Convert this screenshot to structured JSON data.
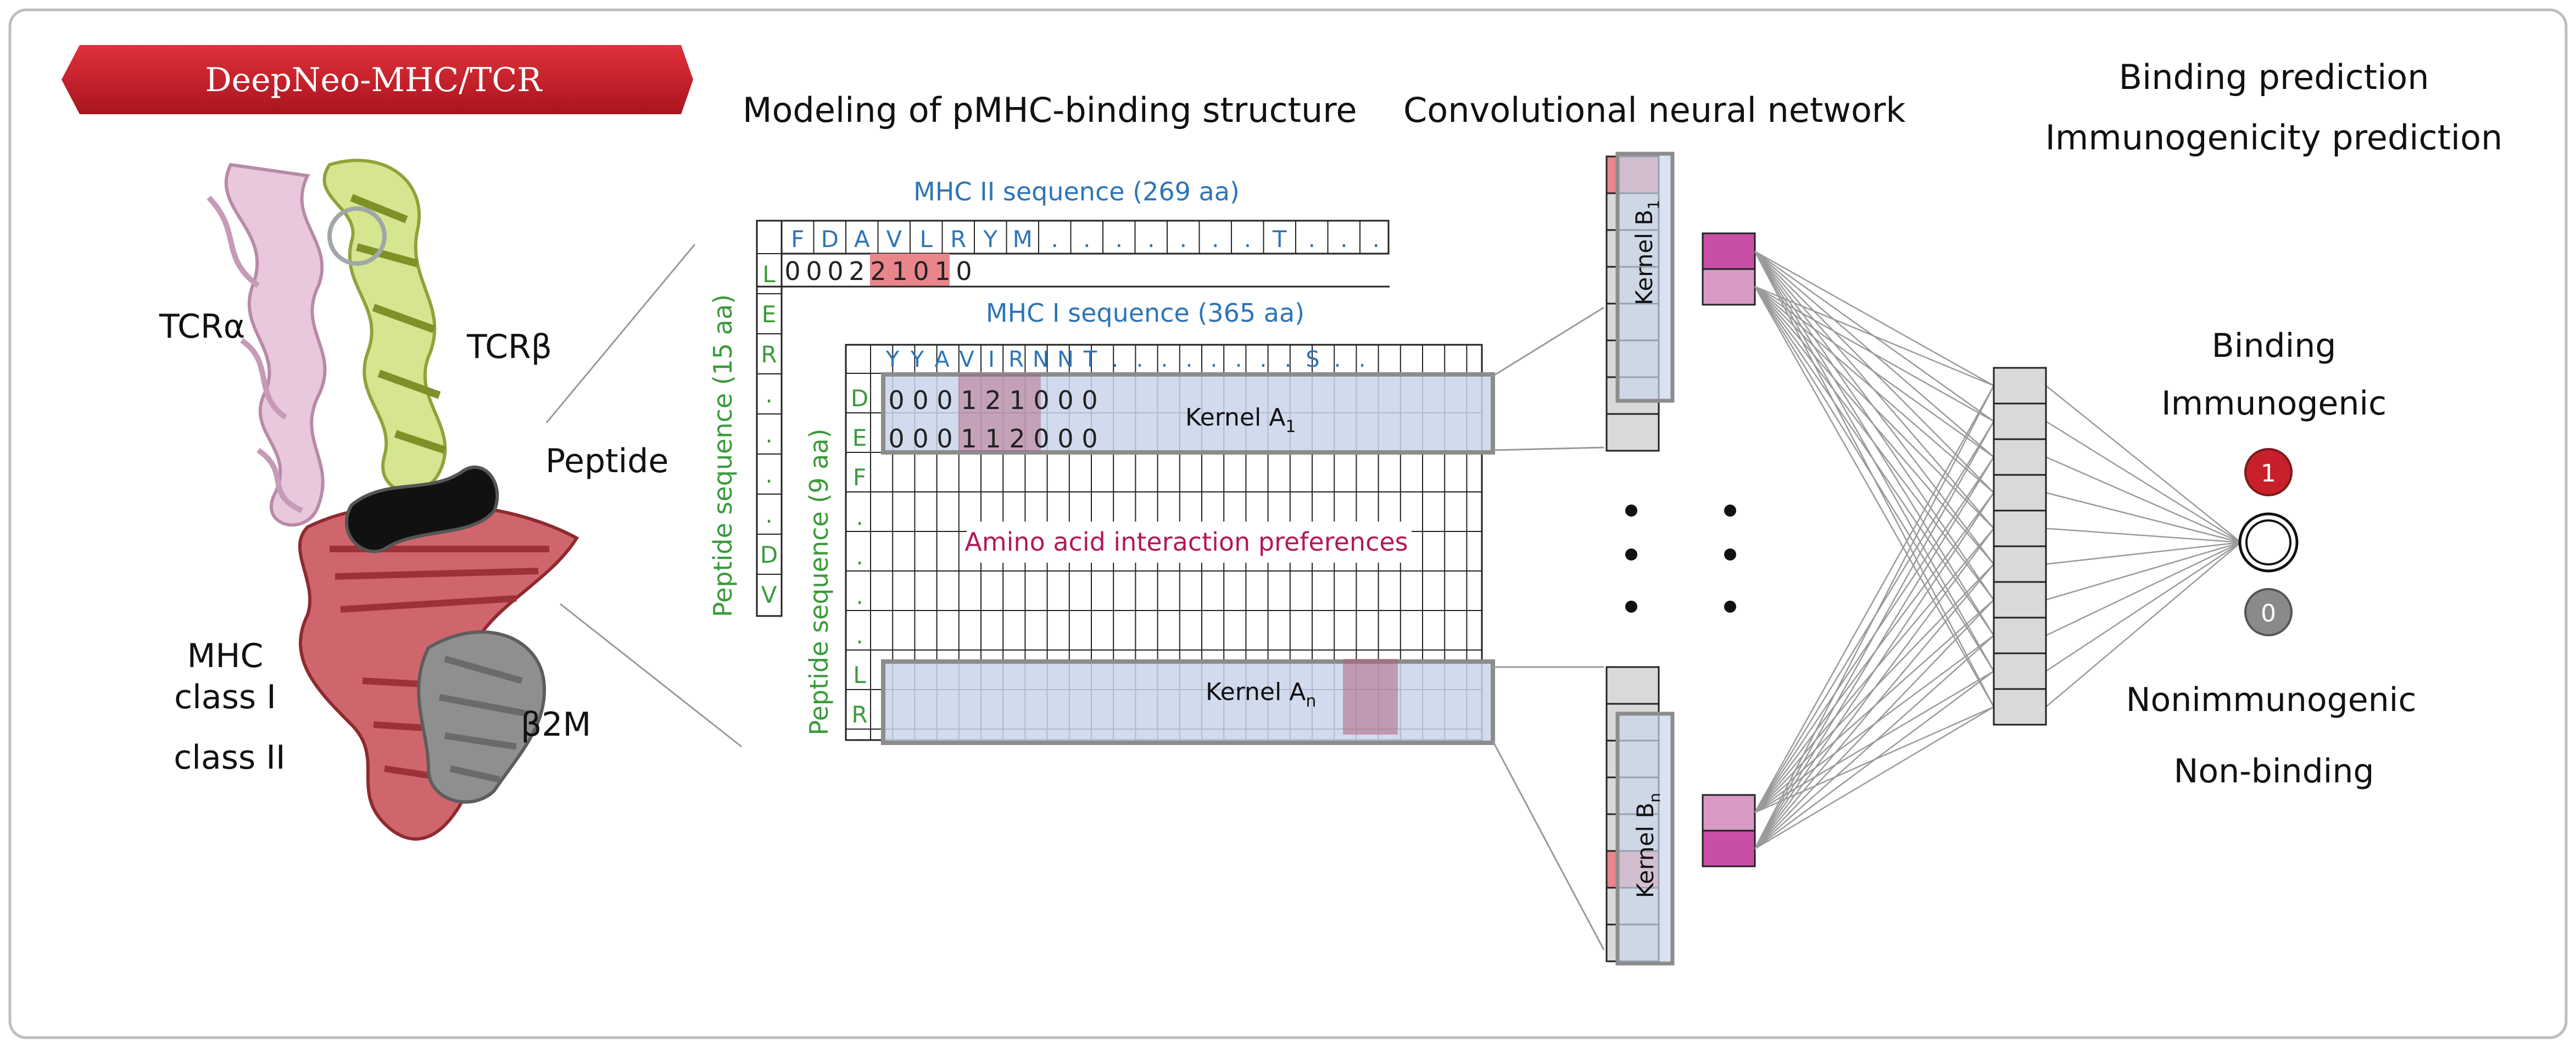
{
  "badge": {
    "label": "DeepNeo-MHC/TCR",
    "color": "#c8202b"
  },
  "structure_labels": {
    "tcr_alpha": "TCRα",
    "tcr_beta": "TCRβ",
    "peptide": "Peptide",
    "mhc_line1": "MHC",
    "mhc_line2": "class I",
    "mhc_line3": "class II",
    "b2m": "β2M"
  },
  "headers": {
    "modeling": "Modeling of pMHC-binding structure",
    "cnn": "Convolutional neural network",
    "binding_prediction": "Binding prediction",
    "immunogenicity_prediction": "Immunogenicity prediction"
  },
  "mhc2_panel": {
    "title": "MHC II sequence (269 aa)",
    "columns": [
      "F",
      "D",
      "A",
      "V",
      "L",
      "R",
      "Y",
      "M",
      ".",
      ".",
      ".",
      ".",
      ".",
      ".",
      ".",
      "T",
      ".",
      ".",
      "."
    ],
    "row_label": "Peptide sequence (15 aa)",
    "rows": [
      "L",
      "E",
      "R",
      ".",
      ".",
      ".",
      ".",
      "D",
      "V"
    ],
    "first_row_values": [
      "0",
      "0",
      "0",
      "2",
      "2",
      "1",
      "0",
      "1",
      "0"
    ]
  },
  "mhc1_panel": {
    "title": "MHC I sequence (365 aa)",
    "columns": [
      "Y",
      "Y",
      "A",
      "V",
      "I",
      "R",
      "N",
      "N",
      "T",
      ".",
      ".",
      ".",
      ".",
      ".",
      ".",
      ".",
      ".",
      "S",
      ".",
      "."
    ],
    "row_label": "Peptide sequence (9 aa)",
    "rows": [
      "D",
      "E",
      "F",
      ".",
      ".",
      ".",
      ".",
      "L",
      "R"
    ],
    "row_d_values": [
      "0",
      "0",
      "0",
      "1",
      "2",
      "1",
      "0",
      "0",
      "0"
    ],
    "row_e_values": [
      "0",
      "0",
      "0",
      "1",
      "1",
      "2",
      "0",
      "0",
      "0"
    ],
    "kernel_a1": "Kernel A",
    "kernel_a1_sub": "1",
    "kernel_an": "Kernel A",
    "kernel_an_sub": "n",
    "center_text": "Amino acid interaction preferences"
  },
  "cnn": {
    "kernel_b1": "Kernel B",
    "kernel_b1_sub": "1",
    "kernel_bn": "Kernel B",
    "kernel_bn_sub": "n"
  },
  "output": {
    "binding": "Binding",
    "immunogenic": "Immunogenic",
    "node_one": "1",
    "node_zero": "0",
    "nonimmunogenic": "Nonimmunogenic",
    "non_binding": "Non-binding"
  },
  "colors": {
    "red": "#c8202b",
    "kernel_fill": "#c9d5ea",
    "highlight_red": "#e8868c",
    "magenta": "#c94fa6",
    "pink": "#d89ac4",
    "text_blue": "#2e75b6",
    "text_green": "#3b9a3b",
    "text_magenta": "#b3175b"
  }
}
